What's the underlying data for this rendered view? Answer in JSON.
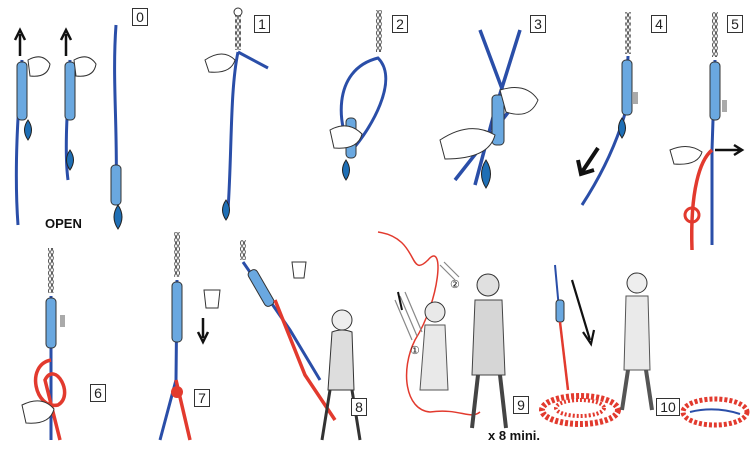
{
  "steps": [
    "0",
    "1",
    "2",
    "3",
    "4",
    "5",
    "6",
    "7",
    "8",
    "9",
    "10"
  ],
  "labels": {
    "open": "OPEN",
    "duration": "x 8 mini.",
    "sub_step_1": "①",
    "sub_step_2": "②"
  },
  "colors": {
    "rope_blue": "#2a4ea8",
    "rope_red": "#e23a2e",
    "accent_blue": "#6aa8e0",
    "chain_grey": "#555555",
    "figure_grey": "#d0d0d0",
    "outline": "#333333"
  }
}
